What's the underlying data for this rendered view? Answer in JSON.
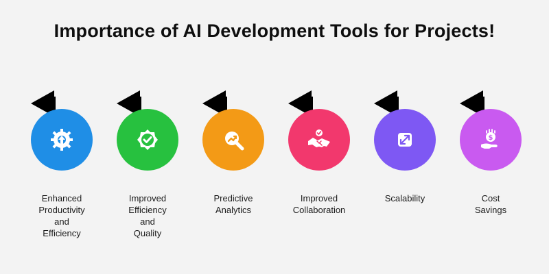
{
  "title": "Importance of AI Development Tools for Projects!",
  "items": [
    {
      "label": "Enhanced\nProductivity\nand\nEfficiency",
      "color": "#1f8ee6",
      "icon": "gear-upload-icon"
    },
    {
      "label": "Improved\nEfficiency\nand\nQuality",
      "color": "#27c13f",
      "icon": "quality-badge-icon"
    },
    {
      "label": "Predictive\nAnalytics",
      "color": "#f39a16",
      "icon": "analytics-magnifier-icon"
    },
    {
      "label": "Improved\nCollaboration",
      "color": "#f2386d",
      "icon": "handshake-icon"
    },
    {
      "label": "Scalability",
      "color": "#7e58f3",
      "icon": "expand-arrows-icon"
    },
    {
      "label": "Cost\nSavings",
      "color": "#c95af0",
      "icon": "money-hand-icon"
    }
  ]
}
